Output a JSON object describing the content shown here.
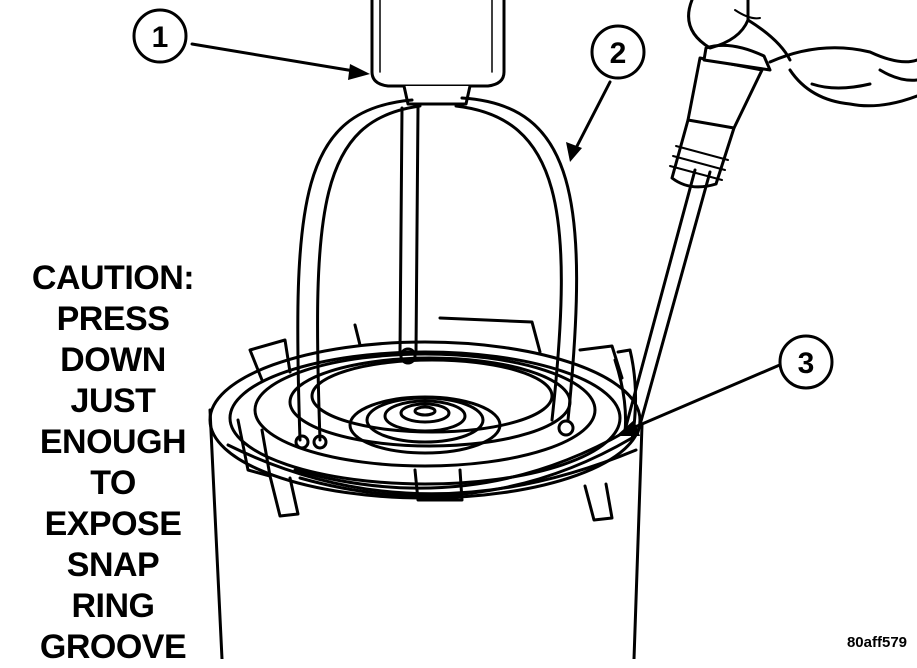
{
  "callouts": [
    {
      "id": "1",
      "label": "1"
    },
    {
      "id": "2",
      "label": "2"
    },
    {
      "id": "3",
      "label": "3"
    }
  ],
  "caution_lines": [
    "CAUTION:",
    "PRESS",
    "DOWN",
    "JUST",
    "ENOUGH",
    "TO",
    "EXPOSE",
    "SNAP",
    "RING",
    "GROOVE"
  ],
  "figure_code": "80aff579",
  "colors": {
    "line": "#000000",
    "background": "#ffffff"
  }
}
